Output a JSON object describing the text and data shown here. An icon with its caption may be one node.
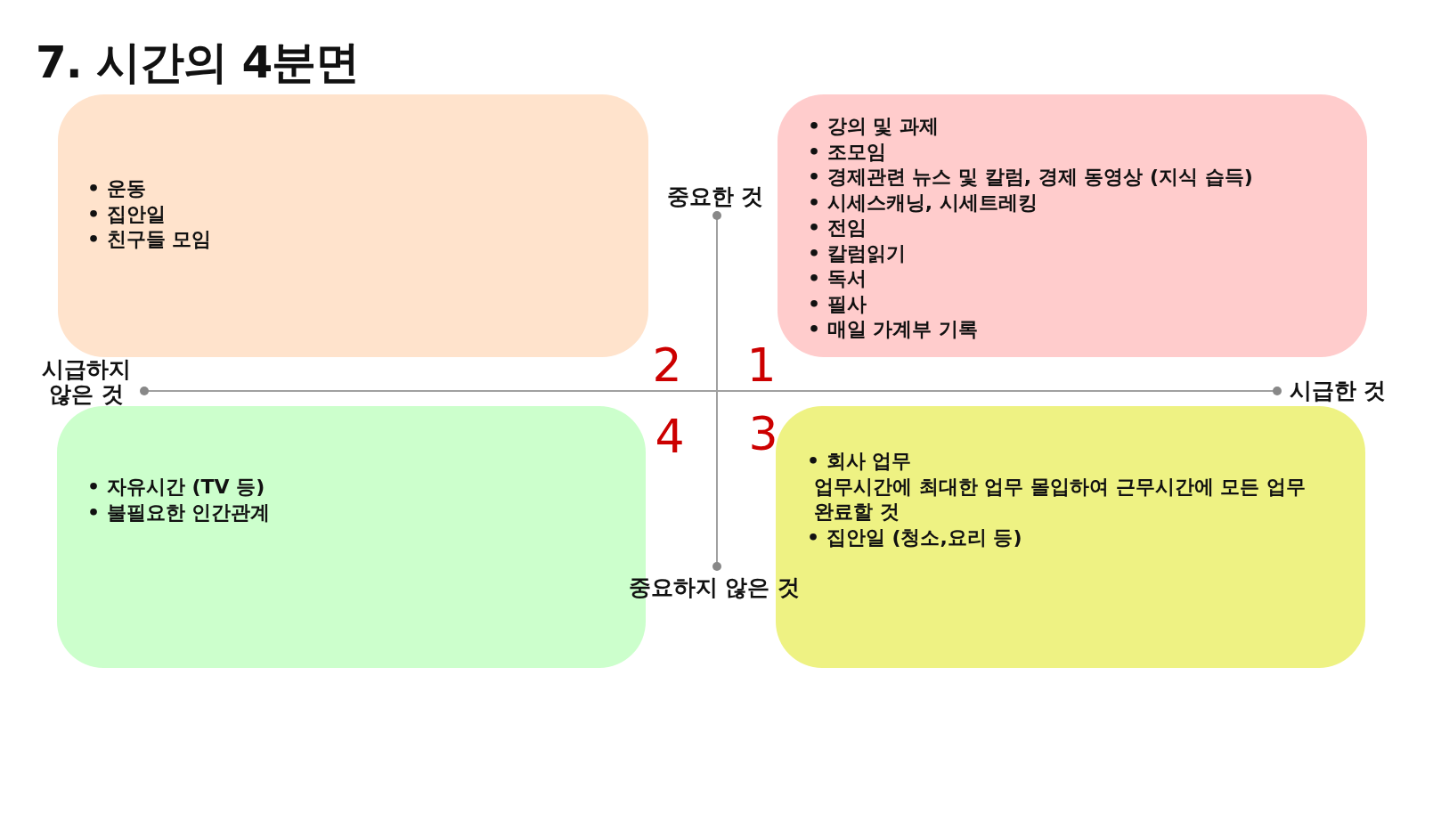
{
  "diagram": {
    "title": "7. 시간의 4분면",
    "nodes": [
      {
        "text": [
          "• 운동",
          "• 집안일",
          "• 친구들 모임"
        ]
      },
      {
        "text": [
          "• 강의 및 과제",
          "• 조모임",
          "• 경제관련 뉴스 및 칼럼, 경제 동영상 (지식 습득)",
          "• 시세스캐닝, 시세트레킹",
          "• 전임",
          "• 칼럼읽기",
          "• 독서",
          "• 필사",
          "• 매일 가계부 기록"
        ]
      },
      {
        "text": [
          "• 자유시간 (TV 등)",
          "• 불필요한 인간관계"
        ]
      },
      {
        "text": [
          "• 회사 업무",
          "업무시간에 최대한 업무 몰입하여 근무시간에 모든 업무 완료할 것",
          "• 집안일 (청소,요리 등)"
        ]
      }
    ],
    "labels": [
      "중요한 것",
      "2",
      "1",
      "시급하지 않은 것",
      "시급한 것",
      "4",
      "3",
      "중요하지 않은 것"
    ]
  }
}
